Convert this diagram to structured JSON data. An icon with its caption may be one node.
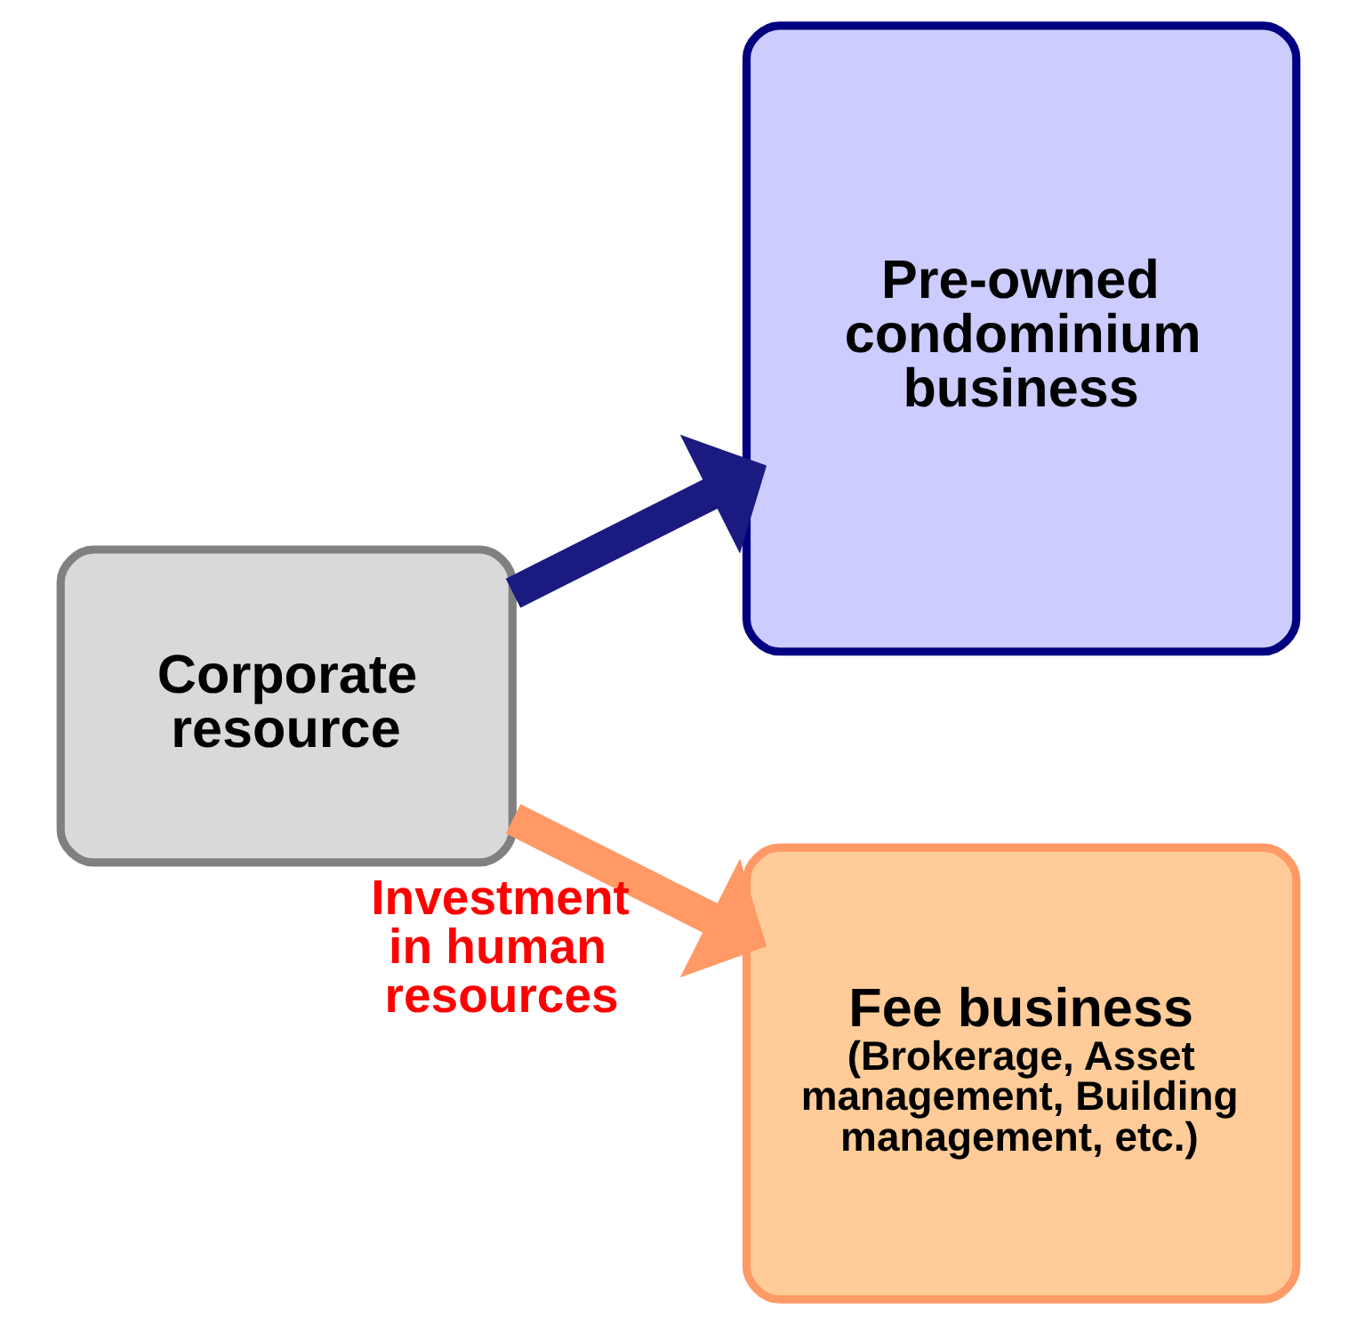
{
  "diagram": {
    "nodes": [
      {
        "text": [
          "Corporate resource"
        ]
      },
      {
        "text": [
          "Pre-owned condominium business"
        ]
      },
      {
        "text": [
          "Fee business",
          "(Brokerage, Asset management, Building management, etc.)"
        ]
      }
    ],
    "edges": [
      {
        "from": 0,
        "to": 1,
        "arrow": "to",
        "color": "#1a1a80"
      },
      {
        "from": 0,
        "to": 2,
        "arrow": "to",
        "color": "#ff9966",
        "label": "Investment in human resources"
      }
    ]
  }
}
